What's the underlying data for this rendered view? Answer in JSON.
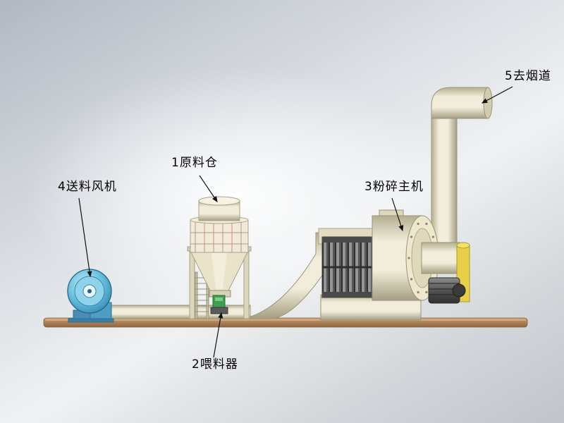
{
  "diagram": {
    "labels": {
      "feed_fan": "4送料风机",
      "raw_material_bin": "1原料仓",
      "feeder": "2喂料器",
      "crusher_main_unit": "3粉碎主机",
      "to_flue": "5去烟道"
    },
    "colors": {
      "machine_cream": "#e9e4c9",
      "fan_blue": "#5fb6d8",
      "floor_brown": "#ab8058",
      "flange_yellow": "#e8cf4a",
      "feeder_green": "#3f9e4f",
      "label_text": "#000000"
    }
  }
}
